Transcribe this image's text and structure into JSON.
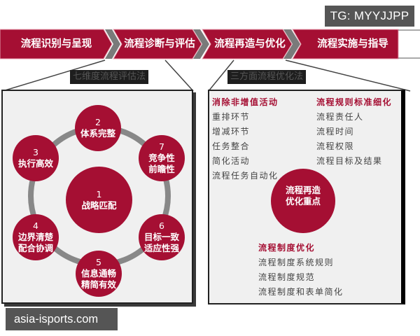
{
  "badge": {
    "text": "TG: MYYJJPP"
  },
  "flow_steps": [
    {
      "label": "流程识别与呈现"
    },
    {
      "label": "流程诊断与评估"
    },
    {
      "label": "流程再造与优化"
    },
    {
      "label": "流程实施与指导"
    }
  ],
  "left_section": {
    "title": "七维度流程评估法",
    "nodes": [
      {
        "num": "1",
        "line1": "战略匹配",
        "line2": ""
      },
      {
        "num": "2",
        "line1": "体系完整",
        "line2": ""
      },
      {
        "num": "3",
        "line1": "执行高效",
        "line2": ""
      },
      {
        "num": "4",
        "line1": "边界清楚",
        "line2": "配合协调"
      },
      {
        "num": "5",
        "line1": "信息通畅",
        "line2": "精简有效"
      },
      {
        "num": "6",
        "line1": "目标一致",
        "line2": "适应性强"
      },
      {
        "num": "7",
        "line1": "竞争性",
        "line2": "前瞻性"
      }
    ]
  },
  "right_section": {
    "title": "三方面流程优化法",
    "center": {
      "line1": "流程再造",
      "line2": "优化重点"
    },
    "groups": [
      {
        "heading": "消除非增值活动",
        "items": [
          "重排环节",
          "增减环节",
          "任务整合",
          "简化活动",
          "流程任务自动化"
        ]
      },
      {
        "heading": "流程规则标准细化",
        "items": [
          "流程责任人",
          "流程时间",
          "流程权限",
          "流程目标及结果"
        ]
      },
      {
        "heading": "流程制度优化",
        "items": [
          "流程制度系统规则",
          "流程制度规范",
          "流程制度和表单简化"
        ]
      }
    ]
  },
  "watermark": {
    "text": "asia-isports.com"
  },
  "colors": {
    "primary": "#a50f33",
    "ring": "#888888",
    "panel": "#f0f0f0",
    "text": "#444444"
  }
}
